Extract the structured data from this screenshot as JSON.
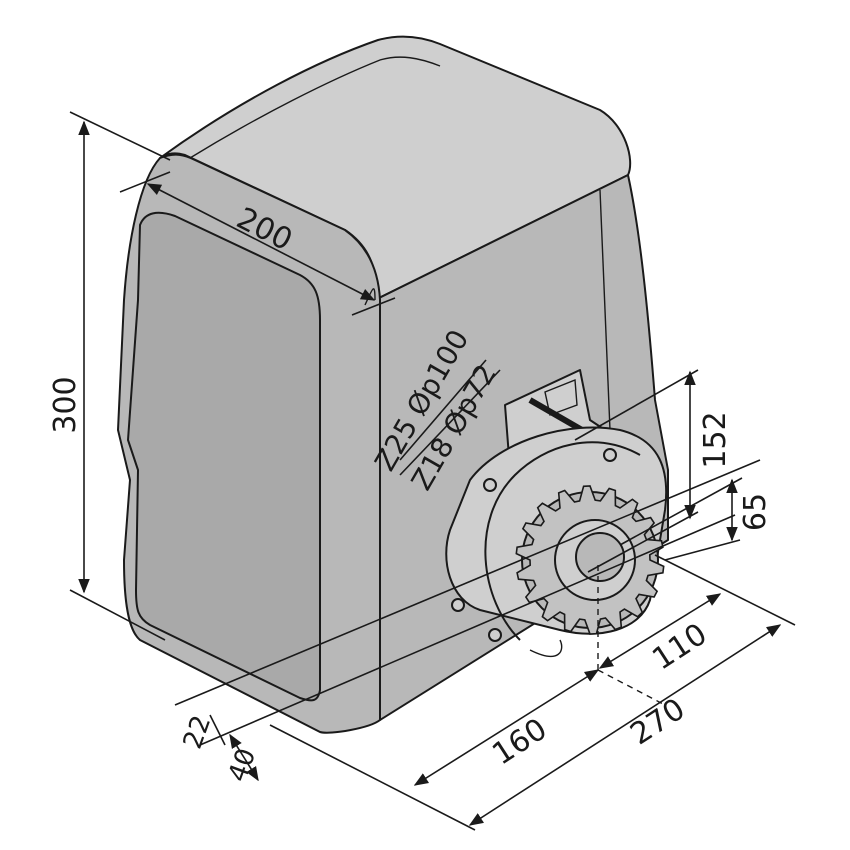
{
  "dimensions": {
    "height": "300",
    "width_top": "200",
    "gear_z25": "Z25 Øp100",
    "gear_z18": "Z18 Øp72",
    "gear_height": "152",
    "bracket_height": "65",
    "depth_110": "110",
    "depth_270": "270",
    "length_160": "160",
    "offset_22": "22",
    "offset_40": "40"
  },
  "colors": {
    "body_fill": "#b8b8b8",
    "outline": "#1a1a1a",
    "background": "#ffffff"
  }
}
